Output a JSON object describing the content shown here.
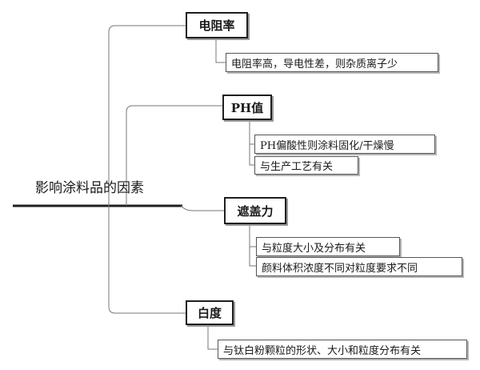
{
  "root": {
    "label": "影响涂料品的因素"
  },
  "categories": [
    {
      "label": "电阻率",
      "items": [
        "电阻率高，导电性差，则杂质离子少"
      ]
    },
    {
      "label": "PH值",
      "items": [
        "PH偏酸性则涂料固化/干燥慢",
        "与生产工艺有关"
      ]
    },
    {
      "label": "遮盖力",
      "items": [
        "与粒度大小及分布有关",
        "颜料体积浓度不同对粒度要求不同"
      ]
    },
    {
      "label": "白度",
      "items": [
        "与钛白粉颗粒的形状、大小和粒度分布有关"
      ]
    }
  ],
  "colors": {
    "line": "#1f1f1f",
    "connector": "#777777"
  }
}
